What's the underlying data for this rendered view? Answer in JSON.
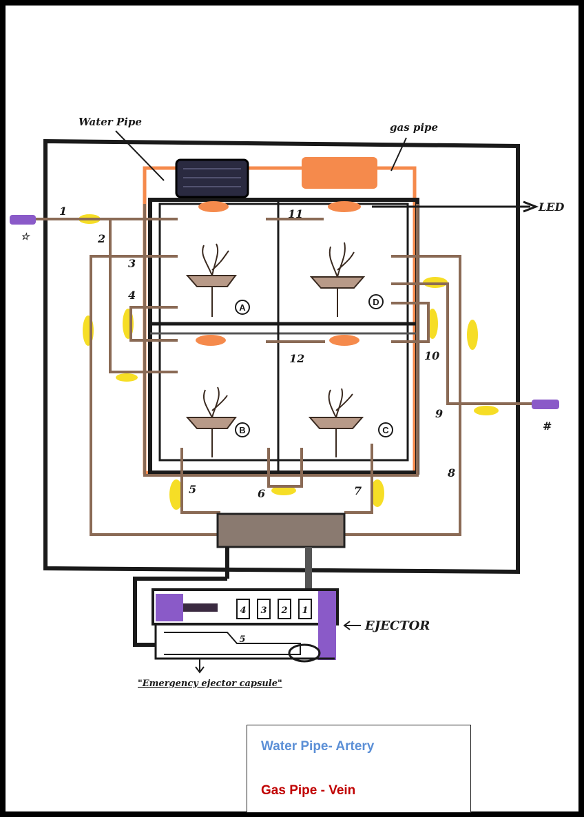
{
  "labels": {
    "water_pipe": "Water Pipe",
    "gas_pipe": "gas pipe",
    "led": "LED",
    "ejector": "EJECTOR",
    "emergency": "\"Emergency ejector capsule\"",
    "star": "☆",
    "hash": "#"
  },
  "chambers": {
    "a": "A",
    "b": "B",
    "c": "C",
    "d": "D"
  },
  "pipe_numbers": [
    "1",
    "2",
    "3",
    "4",
    "5",
    "6",
    "7",
    "8",
    "9",
    "10",
    "11",
    "12"
  ],
  "capsule_slots": [
    "4",
    "3",
    "2",
    "1"
  ],
  "capsule_extra": "5",
  "legend": {
    "water": "Water Pipe- Artery",
    "gas": "Gas Pipe - Vein"
  },
  "colors": {
    "frame": "#000000",
    "orange": "#f58a4c",
    "yellow": "#f5d800",
    "purple": "#8a5ac8",
    "pipe_brown": "#8a6a55",
    "legend_blue": "#5b8fd6",
    "legend_red": "#c00000"
  }
}
